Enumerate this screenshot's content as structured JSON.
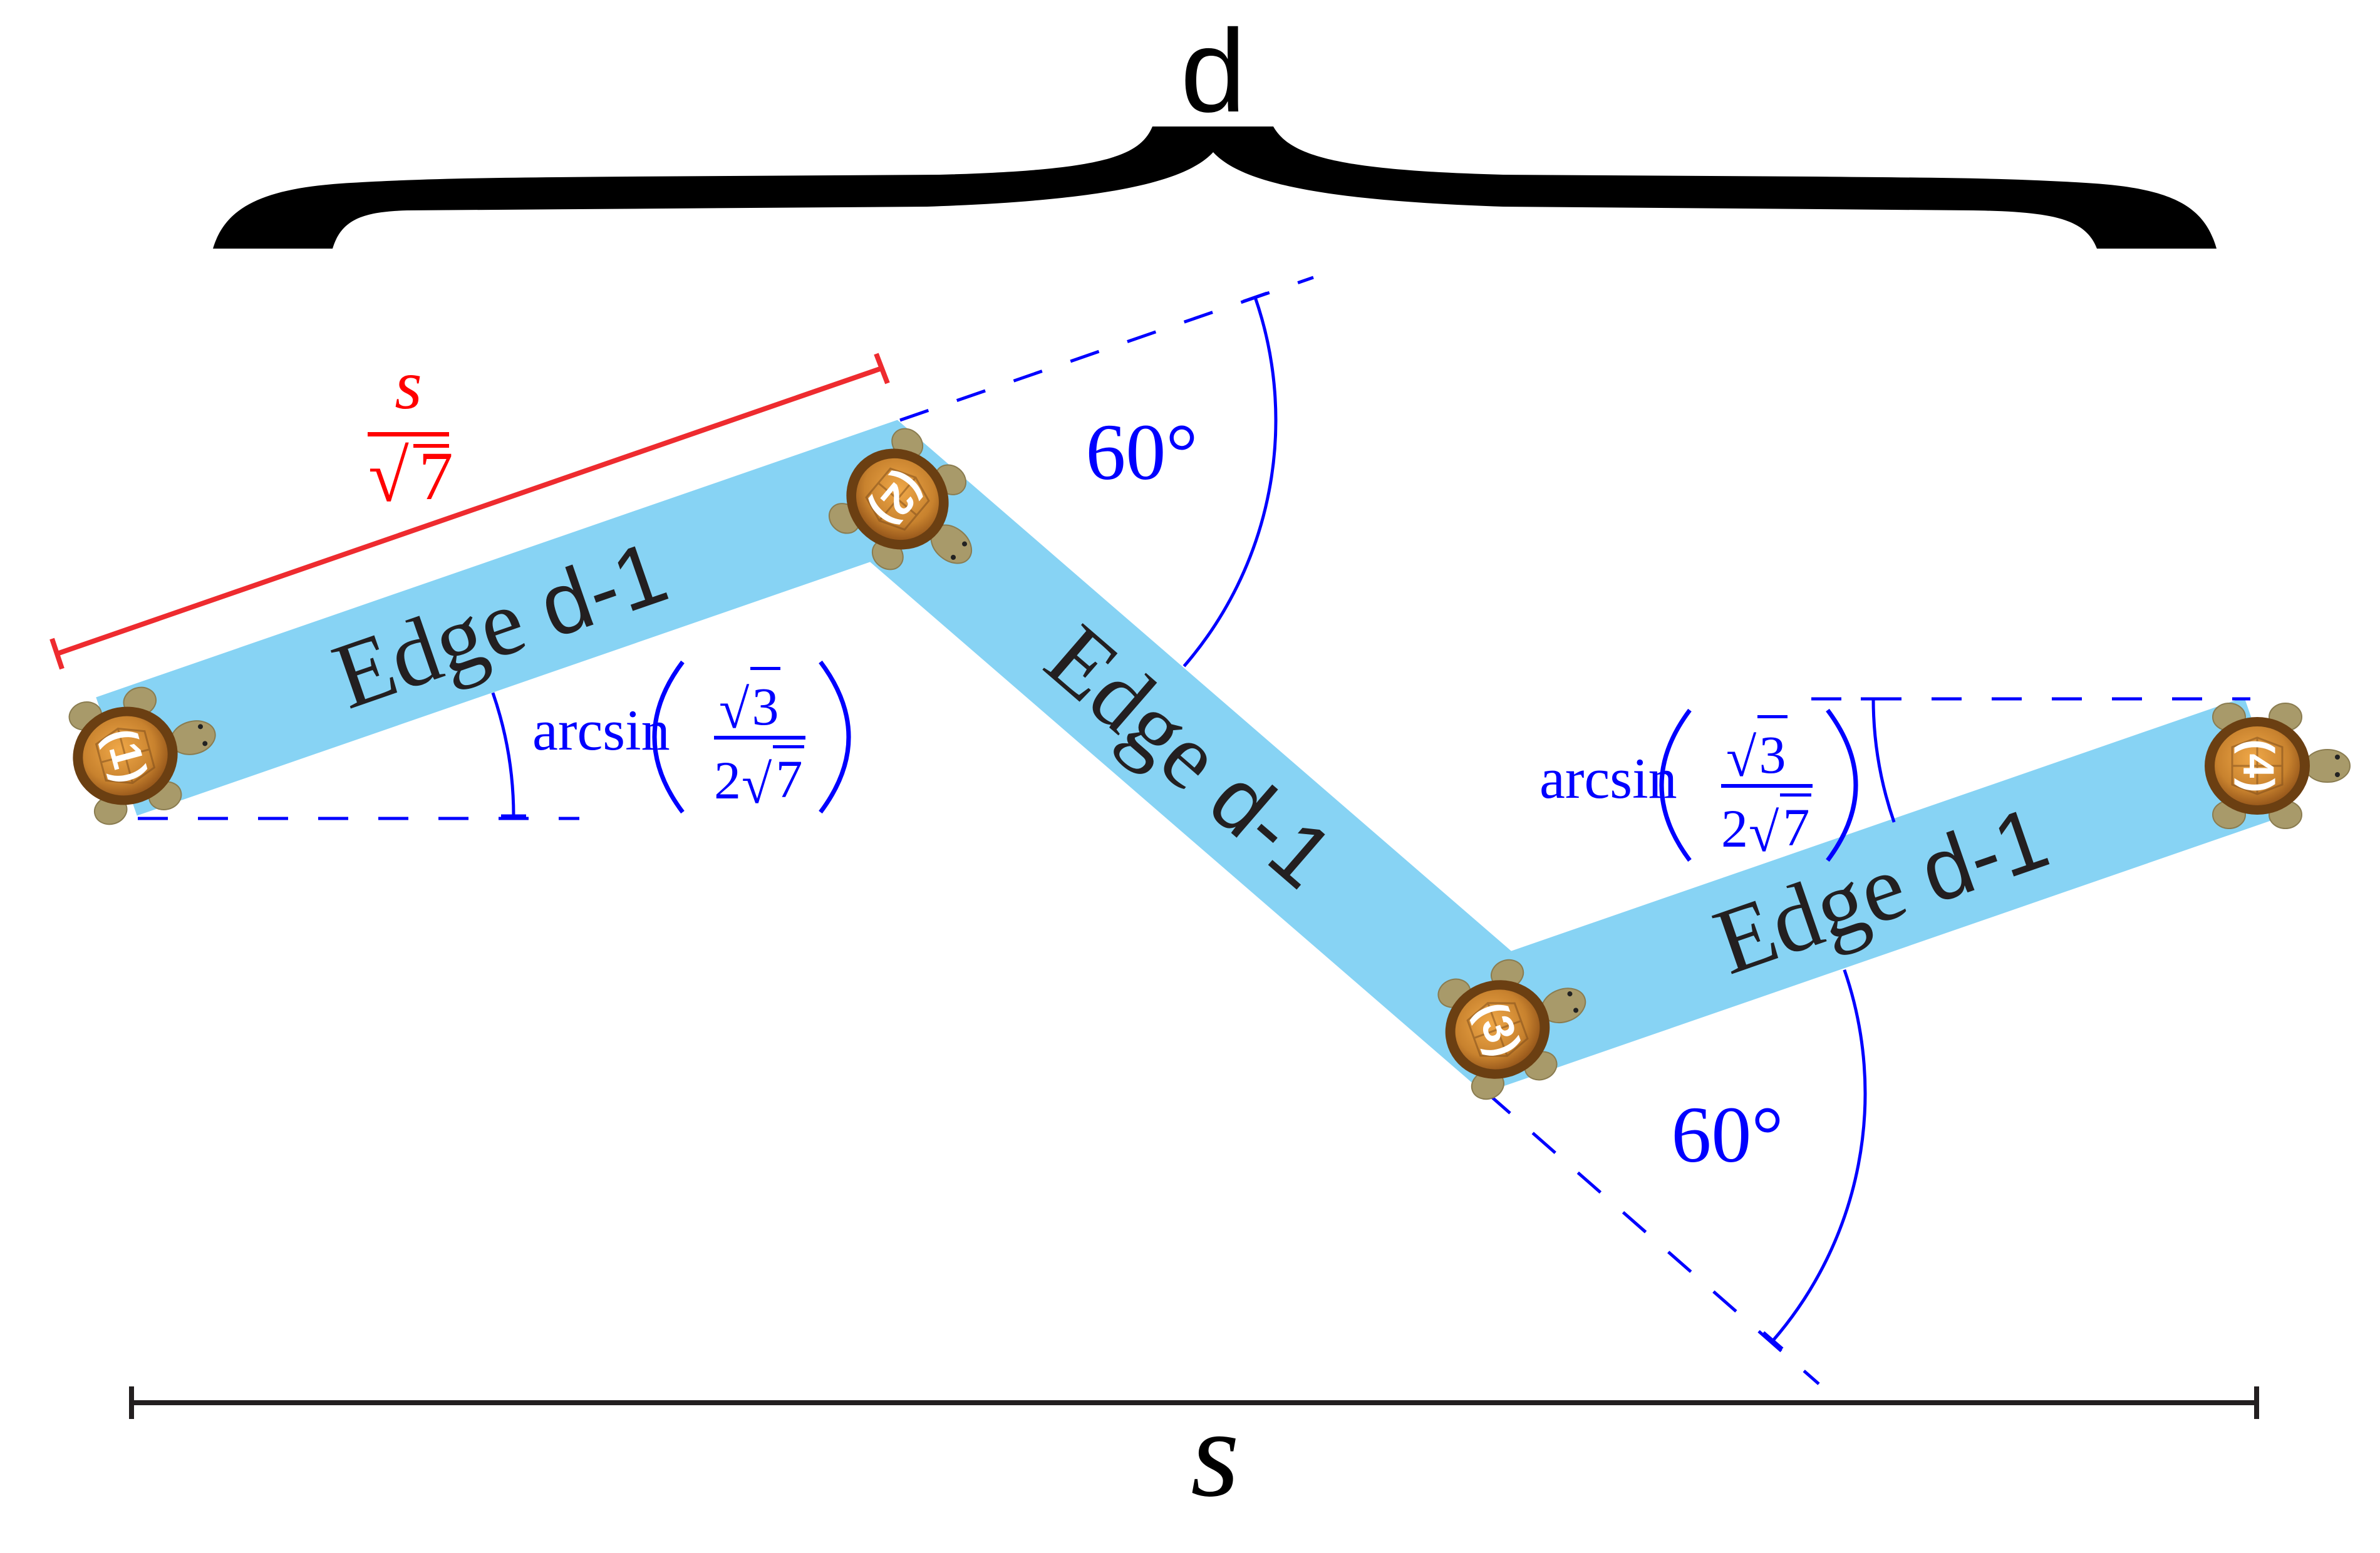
{
  "title_label": "d",
  "width_label": "s",
  "edge_length_label": {
    "numerator": "s",
    "denominator_radical": "√",
    "denominator_value": "7"
  },
  "edges": [
    {
      "label_word": "Edge",
      "label_suffix": "d-1"
    },
    {
      "label_word": "Edge",
      "label_suffix": "d-1"
    },
    {
      "label_word": "Edge",
      "label_suffix": "d-1"
    }
  ],
  "angles": {
    "turn_angle_label": "60°",
    "turn_angle_degrees": 60,
    "incline_label": {
      "func": "arcsin",
      "numerator_radical": "√",
      "numerator_value": "3",
      "denominator_coef": "2",
      "denominator_radical": "√",
      "denominator_value": "7"
    }
  },
  "turtles": [
    {
      "number": "1"
    },
    {
      "number": "2"
    },
    {
      "number": "3"
    },
    {
      "number": "4"
    }
  ],
  "colors": {
    "band": "#87d3f4",
    "annotation_blue": "#0000ff",
    "length_red": "#ee2b2f",
    "label_red": "#ff0000",
    "text_black": "#231f20",
    "brace_black": "#000000"
  }
}
